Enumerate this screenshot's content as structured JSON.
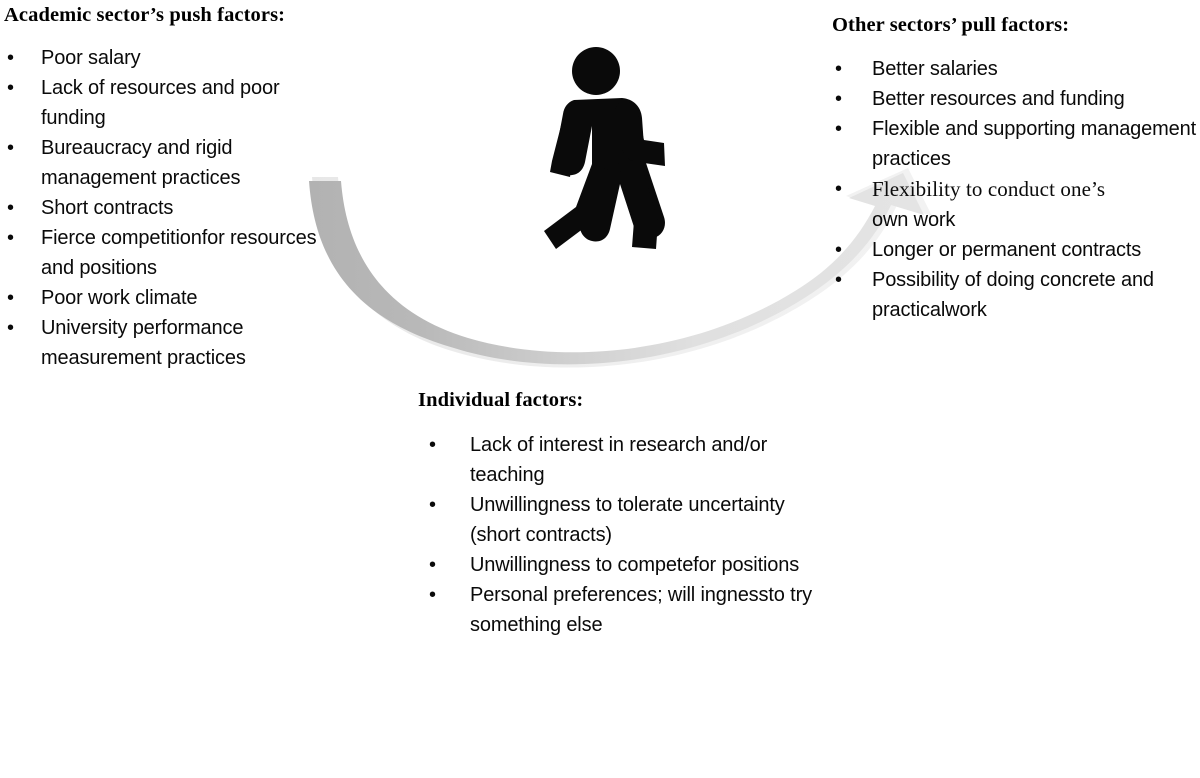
{
  "figure": {
    "icon": "walking-person-icon",
    "arrow": {
      "icon": "curved-u-arrow-icon",
      "direction": "left-to-right-upward",
      "tail_color": "#b3b3b3",
      "head_color": "#e2e2e2",
      "outline_color": "#ededed"
    }
  },
  "columns": {
    "push": {
      "heading": "Academic sector’s push factors:",
      "items": [
        "Poor salary",
        "Lack of resources and poor funding",
        "Bureaucracy and rigid management practices",
        "Short contracts",
        "Fierce competitionfor resources and positions",
        "Poor work climate",
        "University performance measurement practices"
      ]
    },
    "individual": {
      "heading": "Individual factors:",
      "items": [
        "Lack of interest in research and/or teaching",
        "Unwillingness to tolerate uncertainty (short contracts)",
        "Unwillingness to competefor positions",
        "Personal preferences; will ingnessto try something else"
      ]
    },
    "pull": {
      "heading": "Other sectors’ pull factors:",
      "items": [
        "Better salaries",
        "Better resources and funding",
        "Flexible and supporting management practices",
        "Flexibility to conduct one’s own work",
        "Longer or permanent contracts",
        "Possibility of doing concrete and practicalwork"
      ],
      "serif_item_index": 3,
      "serif_item_head": "Flexibility to conduct one’s",
      "serif_item_tail": "own work"
    }
  },
  "glyphs": {
    "bullet": "•"
  }
}
